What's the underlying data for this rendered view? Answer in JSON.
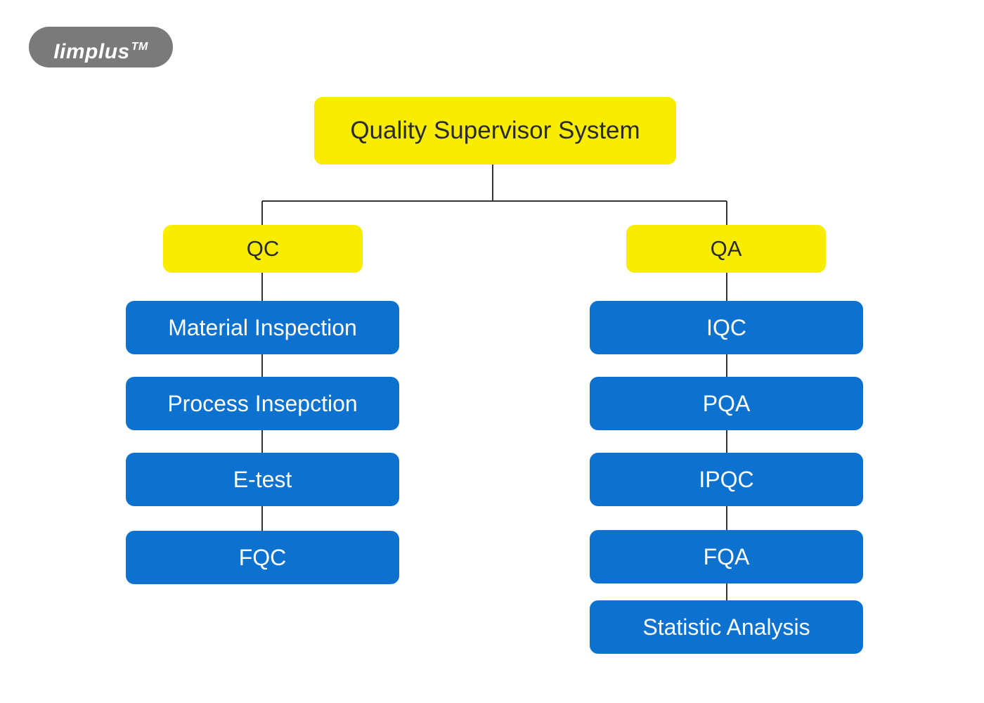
{
  "logo": {
    "text": "Iimplus",
    "trademark": "TM"
  },
  "diagram": {
    "root": "Quality Supervisor System",
    "branches": [
      {
        "title": "QC",
        "items": [
          "Material Inspection",
          "Process Insepction",
          "E-test",
          "FQC"
        ]
      },
      {
        "title": "QA",
        "items": [
          "IQC",
          "PQA",
          "IPQC",
          "FQA",
          "Statistic Analysis"
        ]
      }
    ]
  },
  "colors": {
    "category_box": "#f8ec00",
    "item_box": "#0c71cf",
    "connector": "#333333",
    "logo_badge": "#7a7a7a"
  }
}
